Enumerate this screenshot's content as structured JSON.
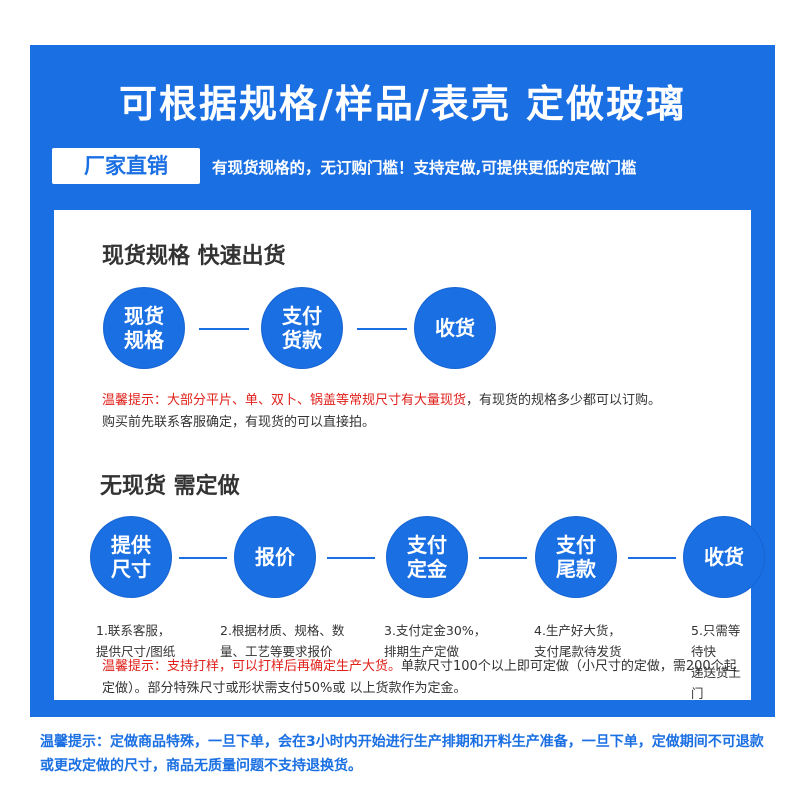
{
  "banner": {
    "title": "可根据规格/样品/表壳 定做玻璃",
    "badge": "厂家直销",
    "tagline": "有现货规格的，无订购门槛！支持定做,可提供更低的定做门槛"
  },
  "in_stock": {
    "title": "现货规格 快速出货",
    "steps": [
      "现货\n规格",
      "支付\n货款",
      "收货"
    ],
    "note_red": "温馨提示：大部分平片、单、双卜、锅盖等常规尺寸有大量现货",
    "note_rest": "，有现货的规格多少都可以订购。",
    "note_line2": "购买前先联系客服确定，有现货的可以直接拍。"
  },
  "custom": {
    "title": "无现货 需定做",
    "steps": [
      "提供\n尺寸",
      "报价",
      "支付\n定金",
      "支付\n尾款",
      "收货"
    ],
    "captions": [
      "1.联系客服，\n提供尺寸/图纸",
      "2.根据材质、规格、数\n量、工艺等要求报价",
      "3.支付定金30%，\n排期生产定做",
      "4.生产好大货，\n支付尾款待发货",
      "5.只需等待快\n递送货上门"
    ],
    "note_red": "温馨提示：支持打样，可以打样后再确定生产大货。",
    "note_rest": "单款尺寸100个以上即可定做（小尺寸的定做，需200个起定做）。部分特殊尺寸或形状需支付50%或 以上货款作为定金。"
  },
  "footer": {
    "text": "温馨提示：定做商品特殊，一旦下单，会在3小时内开始进行生产排期和开料生产准备，一旦下单，定做期间不可退款或更改定做的尺寸，商品无质量问题不支持退换货。"
  },
  "colors": {
    "brand_blue": "#1a6fe3",
    "alert_red": "#e0201a"
  }
}
